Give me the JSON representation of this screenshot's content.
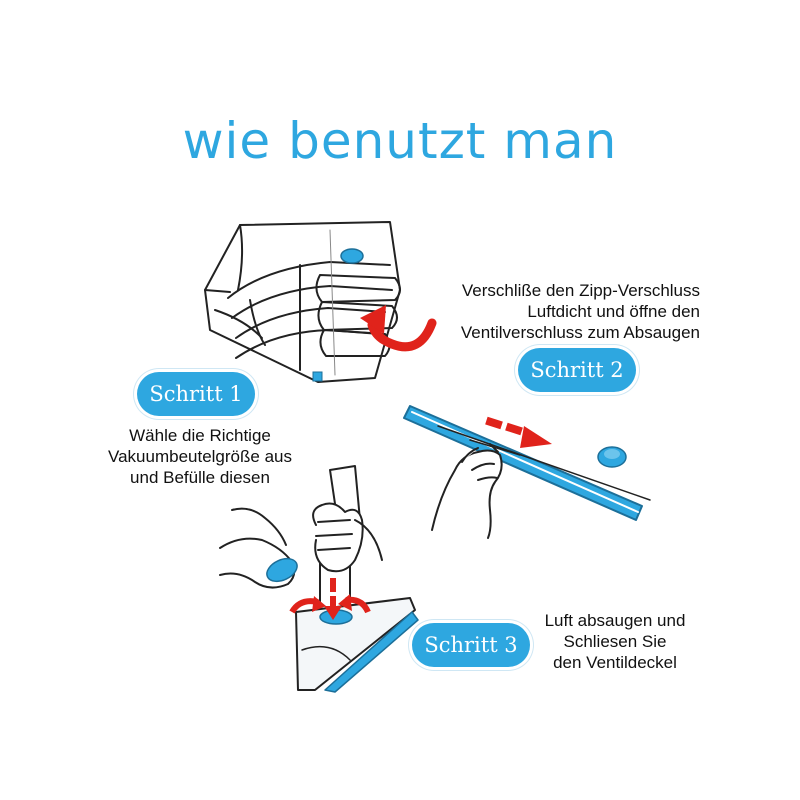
{
  "title": "wie benutzt man",
  "steps": [
    {
      "badge": "Schritt 1",
      "lines": [
        "Wähle die Richtige",
        "Vakuumbeutelgröße aus",
        "und Befülle diesen"
      ]
    },
    {
      "badge": "Schritt 2",
      "lines": [
        "Verschliße den Zipp-Verschluss",
        "Luftdicht und öffne den",
        "Ventilverschluss zum Absaugen"
      ]
    },
    {
      "badge": "Schritt 3",
      "lines": [
        "Luft absaugen und",
        "Schliesen Sie",
        "den Ventildeckel"
      ]
    }
  ],
  "colors": {
    "accent": "#2ea7e0",
    "arrow": "#e0231b",
    "line": "#222222"
  }
}
